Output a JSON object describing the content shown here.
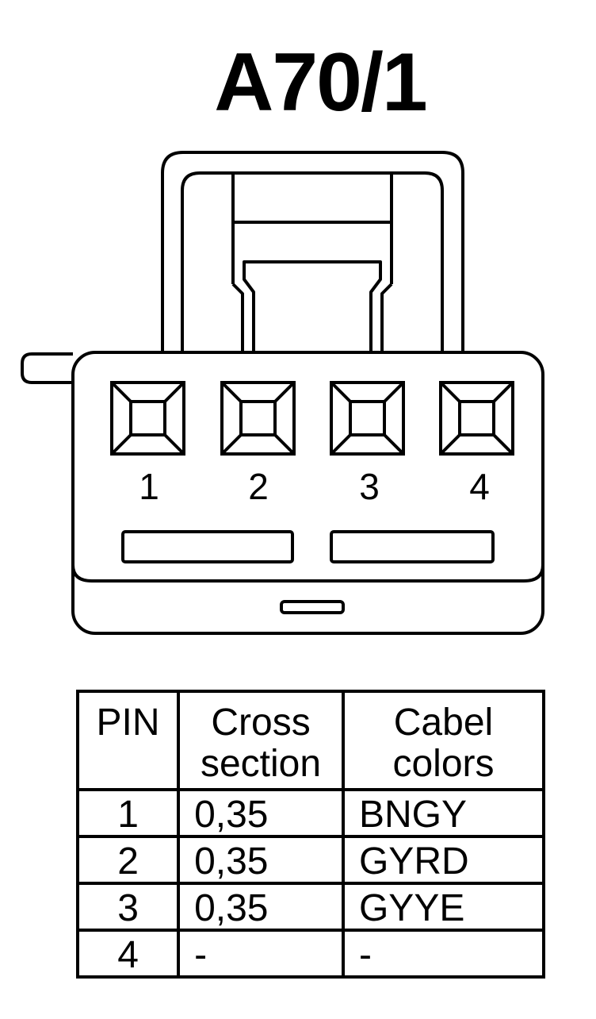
{
  "title": "A70/1",
  "pins": [
    "1",
    "2",
    "3",
    "4"
  ],
  "table": {
    "headers": {
      "pin": "PIN",
      "cross_line1": "Cross",
      "cross_line2": "section",
      "colors_line1": "Cabel",
      "colors_line2": "colors"
    },
    "rows": [
      {
        "pin": "1",
        "cross": "0,35",
        "color": "BNGY"
      },
      {
        "pin": "2",
        "cross": "0,35",
        "color": "GYRD"
      },
      {
        "pin": "3",
        "cross": "0,35",
        "color": "GYYE"
      },
      {
        "pin": "4",
        "cross": "-",
        "color": "-"
      }
    ]
  }
}
